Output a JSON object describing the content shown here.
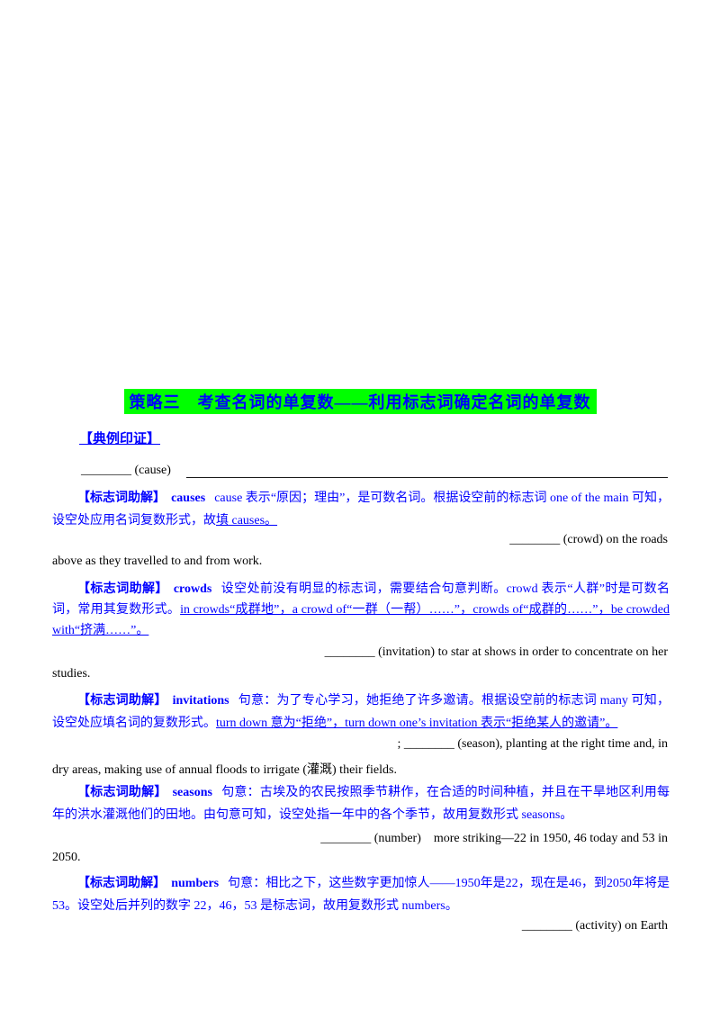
{
  "title": {
    "text": "策略三　考查名词的单复数——利用标志词确定名词的单复数"
  },
  "section": {
    "label": "【典例印证】"
  },
  "colors": {
    "title_highlight": "#00ff00",
    "accent_blue": "#0000ff",
    "text_black": "#000000"
  },
  "examples": [
    {
      "fragment": "________ (cause)"
    },
    {
      "fragment": "________ (crowd) on the roads",
      "continuation": "above as they travelled to and from work."
    },
    {
      "fragment": "________ (invitation) to star at shows in order to concentrate on her",
      "continuation": "studies."
    },
    {
      "fragment": "; ________ (season), planting at the right time and, in",
      "continuation": "dry areas, making use of annual floods to irrigate (灌溉) their fields."
    },
    {
      "fragment": "________ (number)　more striking—22 in 1950, 46 today and 53 in",
      "continuation": "2050."
    },
    {
      "fragment": "________ (activity) on Earth"
    }
  ],
  "explanations": [
    {
      "label": "【标志词助解】",
      "keyword": "causes",
      "body": "cause 表示“原因；理由”，是可数名词。根据设空前的标志词 one of the main 可知，设空处应用名词复数形式，故",
      "underlined": "填 causes。"
    },
    {
      "label": "【标志词助解】",
      "keyword": "crowds",
      "body": "设空处前没有明显的标志词，需要结合句意判断。crowd 表示“人群”时是可数名词，常用其复数形式。",
      "underlined": "in crowds“成群地”，a crowd of“一群（一帮）……”，crowds of“成群的……”，be crowded with“挤满……”。"
    },
    {
      "label": "【标志词助解】",
      "keyword": "invitations",
      "body": "句意：为了专心学习，她拒绝了许多邀请。根据设空前的标志词 many 可知，设空处应填名词的复数形式。",
      "underlined": "turn down 意为“拒绝”，turn down one’s invitation 表示“拒绝某人的邀请”。"
    },
    {
      "label": "【标志词助解】",
      "keyword": "seasons",
      "body": "句意：古埃及的农民按照季节耕作，在合适的时间种植，并且在干旱地区利用每年的洪水灌溉他们的田地。由句意可知，设空处指一年中的各个季节，故用复数形式 seasons。",
      "underlined": ""
    },
    {
      "label": "【标志词助解】",
      "keyword": "numbers",
      "body": "句意：相比之下，这些数字更加惊人——1950年是22，现在是46，到2050年将是53。设空处后并列的数字 22，46，53 是标志词，故用复数形式 numbers。",
      "underlined": ""
    }
  ]
}
